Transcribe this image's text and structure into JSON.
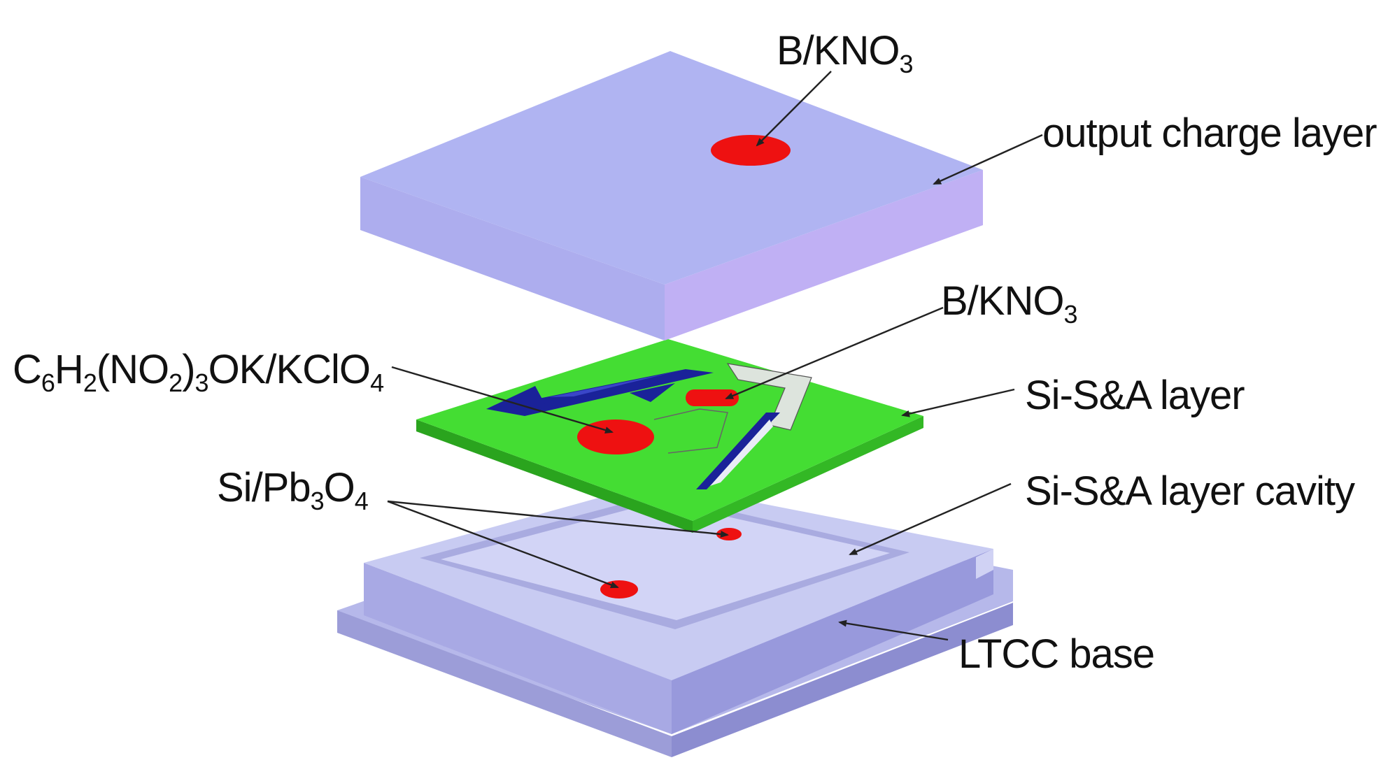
{
  "colors": {
    "layer_top": "#b0b4f2",
    "layer_front": "#adadee",
    "layer_right": "#c0b0f4",
    "si_layer": "#44dd33",
    "charge": "#ee1111",
    "actuator": "#1a2299",
    "base_top": "#c8cbf2",
    "base_side": "#9a9be0",
    "leader": "#222222"
  },
  "labels": {
    "bkno3_top": {
      "main": "B/KNO",
      "sub": "3"
    },
    "output_charge_layer": "output charge layer",
    "bkno3_mid": {
      "main": "B/KNO",
      "sub": "3"
    },
    "c6h2_formula": {
      "p1": "C",
      "s1": "6",
      "p2": "H",
      "s2": "2",
      "p3": "(NO",
      "s3": "2",
      "p4": ")",
      "s4": "3",
      "p5": "OK/KClO",
      "s5": "4"
    },
    "si_sa_layer": "Si-S&A layer",
    "si_pb3o4": {
      "p1": "Si/Pb",
      "s1": "3",
      "p2": "O",
      "s2": "4"
    },
    "si_sa_layer_cavity": "Si-S&A layer cavity",
    "ltcc_base": "LTCC base"
  }
}
